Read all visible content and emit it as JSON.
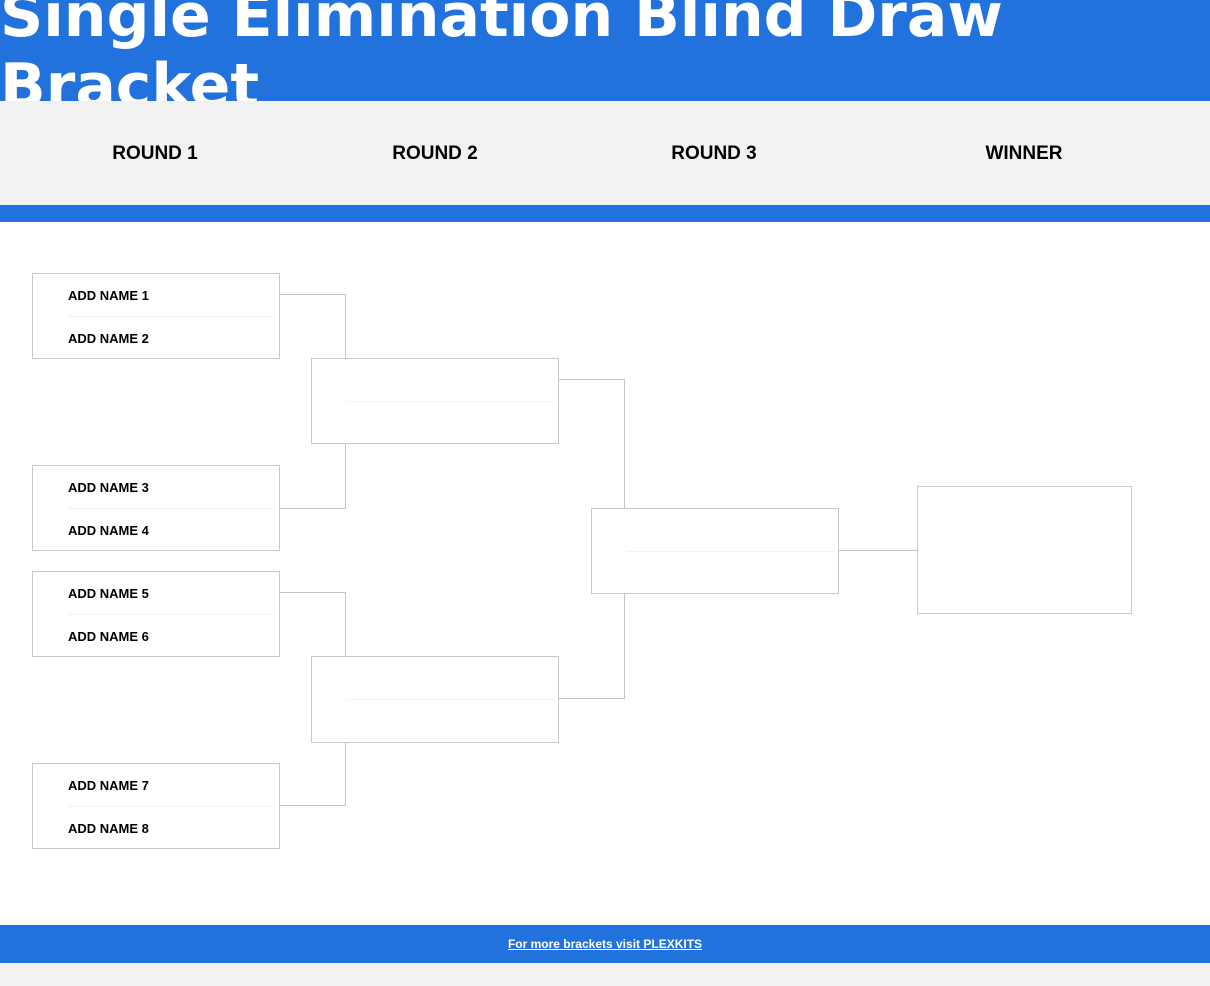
{
  "header": {
    "title": "Single Elimination Blind Draw Bracket"
  },
  "rounds": [
    {
      "label": "ROUND 1"
    },
    {
      "label": "ROUND 2"
    },
    {
      "label": "ROUND 3"
    },
    {
      "label": "WINNER"
    }
  ],
  "round1": {
    "matches": [
      {
        "top": "ADD NAME 1",
        "bottom": "ADD NAME 2"
      },
      {
        "top": "ADD NAME 3",
        "bottom": "ADD NAME 4"
      },
      {
        "top": "ADD NAME 5",
        "bottom": "ADD NAME 6"
      },
      {
        "top": "ADD NAME 7",
        "bottom": "ADD NAME 8"
      }
    ]
  },
  "round2": {
    "matches": [
      {
        "top": "",
        "bottom": ""
      },
      {
        "top": "",
        "bottom": ""
      }
    ]
  },
  "round3": {
    "matches": [
      {
        "top": "",
        "bottom": ""
      }
    ]
  },
  "winner": {
    "name": ""
  },
  "footer": {
    "link_text": "For more brackets visit PLEXKITS"
  },
  "colors": {
    "brand_blue": "#2172dc",
    "panel_gray": "#f2f2f2",
    "line_gray": "#c4c4c8"
  }
}
